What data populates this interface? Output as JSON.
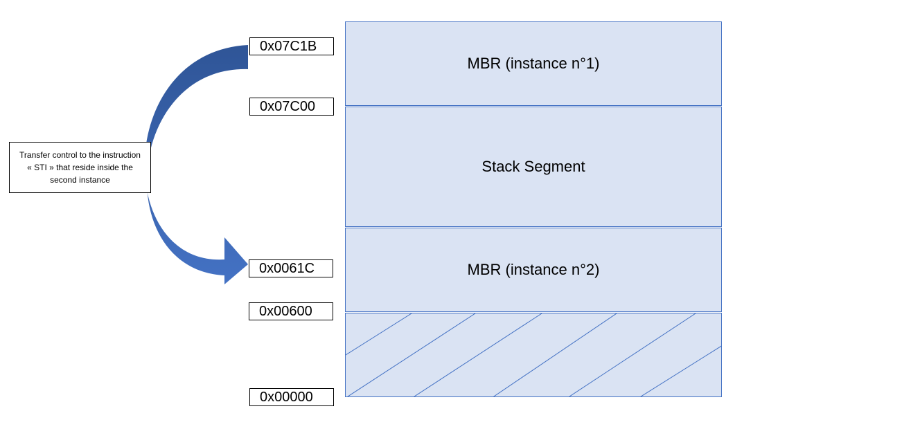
{
  "blocks": {
    "mbr1": "MBR (instance n°1)",
    "stack": "Stack Segment",
    "mbr2": "MBR (instance n°2)"
  },
  "addresses": {
    "a1": "0x07C1B",
    "a2": "0x07C00",
    "a3": "0x0061C",
    "a4": "0x00600",
    "a5": "0x00000"
  },
  "note": "Transfer control to the instruction « STI » that reside inside the second instance",
  "colors": {
    "block_fill": "#dae3f3",
    "block_border": "#4472c4",
    "arrow_dark": "#2f5597",
    "arrow_light": "#4472c4"
  },
  "icons": {
    "arrow": "curved-arrow-icon",
    "hatch": "diagonal-hatch-pattern"
  }
}
